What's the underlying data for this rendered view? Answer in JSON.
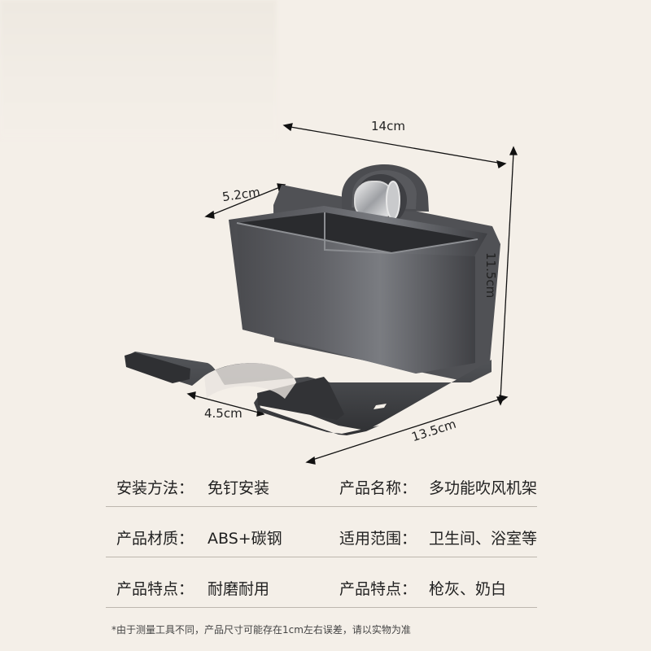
{
  "dimensions": {
    "top": "14cm",
    "left": "5.2cm",
    "right": "11.5cm",
    "bottom_small": "4.5cm",
    "bottom": "13.5cm"
  },
  "specs": [
    {
      "label": "安装方法：",
      "value": "免钉安装",
      "label2": "产品名称：",
      "value2": "多功能吹风机架"
    },
    {
      "label": "产品材质：",
      "value": "ABS+碳钢",
      "label2": "适用范围：",
      "value2": "卫生间、浴室等"
    },
    {
      "label": "产品特点：",
      "value": "耐磨耐用",
      "label2": "产品特点：",
      "value2": "枪灰、奶白"
    }
  ],
  "note": "*由于测量工具不同，产品尺寸可能存在1cm左右误差，请以实物为准",
  "colors": {
    "background": "#f4efe8",
    "product_dark": "#3c3d40",
    "product_mid": "#5d5e62",
    "accent": "#bdb7ae"
  }
}
